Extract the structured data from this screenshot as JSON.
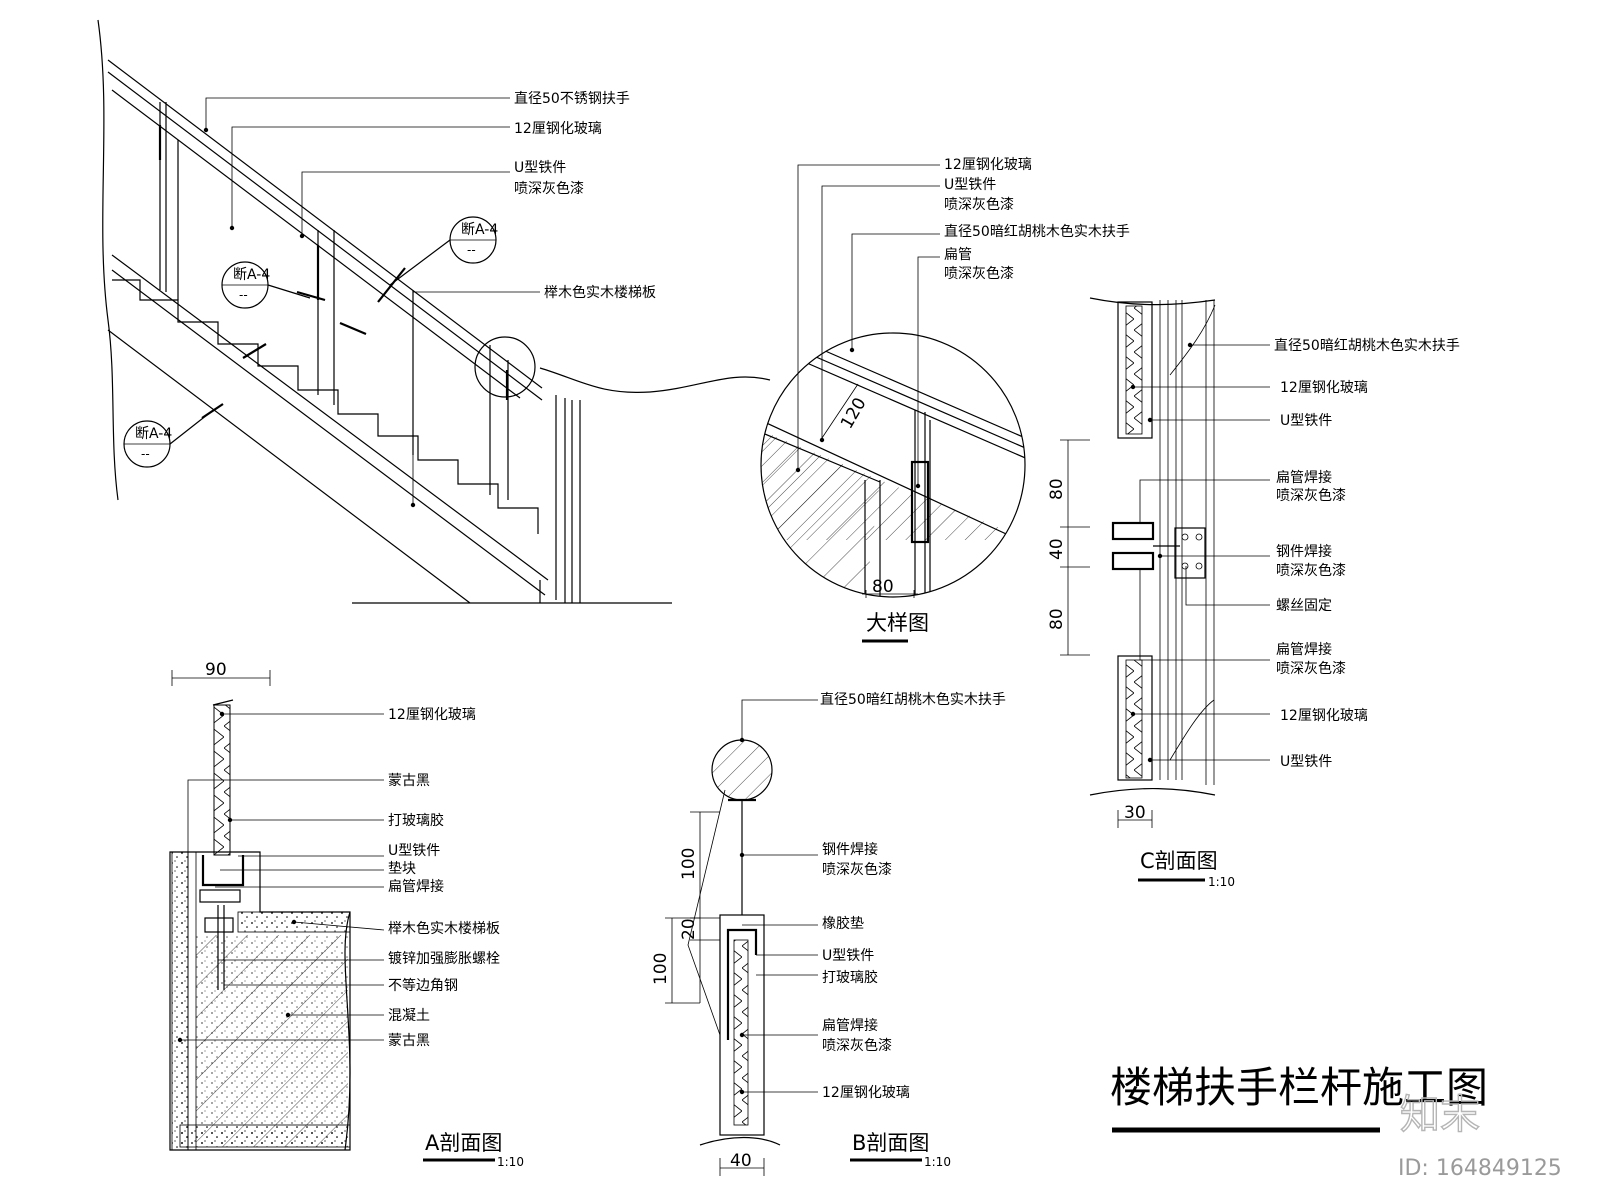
{
  "title": "楼梯扶手栏杆施工图",
  "watermark": {
    "logo": "知末",
    "id": "ID: 164849125"
  },
  "elevation": {
    "labels": [
      "直径50不锈钢扶手",
      "12厘钢化玻璃",
      "U型铁件",
      "喷深灰色漆",
      "榉木色实木楼梯板"
    ],
    "section_marks": [
      {
        "ref": "A-4",
        "sub": "--"
      },
      {
        "ref": "A-4",
        "sub": "--"
      },
      {
        "ref": "A-4",
        "sub": "--"
      }
    ],
    "section_prefix": "断"
  },
  "detail": {
    "title": "大样图",
    "labels": [
      "12厘钢化玻璃",
      "U型铁件",
      "喷深灰色漆",
      "直径50暗红胡桃木色实木扶手",
      "扁管",
      "喷深灰色漆"
    ],
    "dims": [
      "120",
      "80"
    ]
  },
  "section_c": {
    "title": "C剖面图",
    "scale": "1:10",
    "labels": [
      "直径50暗红胡桃木色实木扶手",
      "12厘钢化玻璃",
      "U型铁件",
      "扁管焊接",
      "喷深灰色漆",
      "钢件焊接",
      "喷深灰色漆",
      "螺丝固定",
      "扁管焊接",
      "喷深灰色漆",
      "12厘钢化玻璃",
      "U型铁件"
    ],
    "dims": [
      "80",
      "40",
      "80",
      "30"
    ]
  },
  "section_a": {
    "title": "A剖面图",
    "scale": "1:10",
    "labels": [
      "12厘钢化玻璃",
      "蒙古黑",
      "打玻璃胶",
      "U型铁件",
      "垫块",
      "扁管焊接",
      "榉木色实木楼梯板",
      "镀锌加强膨胀螺栓",
      "不等边角钢",
      "混凝土",
      "蒙古黑"
    ],
    "dims": [
      "90"
    ]
  },
  "section_b": {
    "title": "B剖面图",
    "scale": "1:10",
    "labels": [
      "直径50暗红胡桃木色实木扶手",
      "钢件焊接",
      "喷深灰色漆",
      "橡胶垫",
      "U型铁件",
      "打玻璃胶",
      "扁管焊接",
      "喷深灰色漆",
      "12厘钢化玻璃"
    ],
    "dims": [
      "100",
      "20",
      "100",
      "40"
    ]
  }
}
